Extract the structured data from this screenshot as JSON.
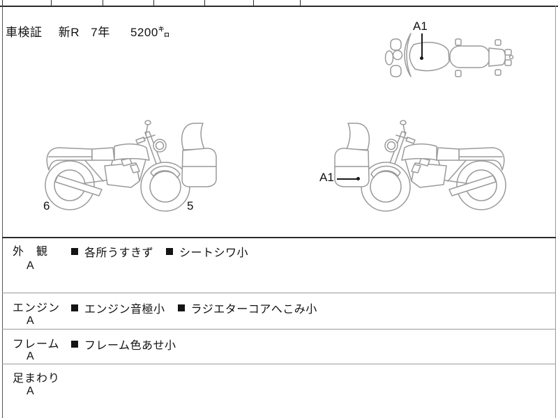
{
  "header": {
    "doc_label": "車検証",
    "registration": "新R",
    "year": "7年",
    "mileage": "5200㌔"
  },
  "diagrams": {
    "top_view": {
      "label": "A1"
    },
    "left_side_view": {
      "rear_wheel_num": "6",
      "front_wheel_num": "5"
    },
    "right_side_view": {
      "label": "A1"
    }
  },
  "inspection": {
    "rows": [
      {
        "label": "外　観",
        "grade": "A",
        "notes": [
          "各所うすきず",
          "シートシワ小"
        ]
      },
      {
        "label": "エンジン",
        "grade": "A",
        "notes": [
          "エンジン音極小",
          "ラジエターコアへこみ小"
        ]
      },
      {
        "label": "フレーム",
        "grade": "A",
        "notes": [
          "フレーム色あせ小"
        ]
      },
      {
        "label": "足まわり",
        "grade": "A",
        "notes": []
      }
    ]
  },
  "colors": {
    "line_art": "#9a9a9a",
    "text": "#111111",
    "border_dark": "#2a2a2a",
    "border_light": "#999999"
  }
}
